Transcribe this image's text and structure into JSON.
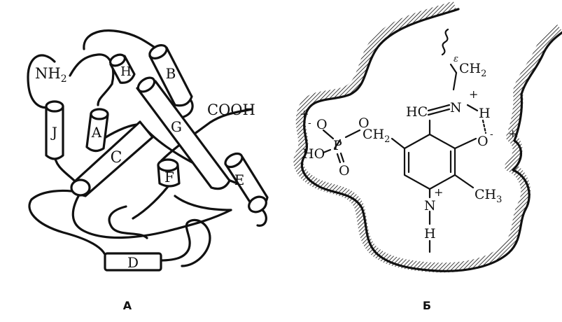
{
  "panel_a": {
    "caption": "A",
    "termini": {
      "n": "NH",
      "n_sub": "2",
      "c": "COOH"
    },
    "helices": [
      "A",
      "B",
      "C",
      "D",
      "E",
      "F",
      "G",
      "H",
      "J"
    ]
  },
  "panel_b": {
    "caption": "Б",
    "charges": {
      "plus": "+",
      "minus": "-"
    },
    "atoms": {
      "epsilon": "ε",
      "ch2_top": "CH",
      "ch2_top_sub": "2",
      "n_plus": "N",
      "h_on_n": "H",
      "hc": "HC",
      "o_phenol": "O",
      "ch2_link": "CH",
      "ch2_link_sub": "2",
      "o_ester": "O",
      "p": "P",
      "o_top": "O",
      "ho": "HO",
      "o_bottom": "O",
      "n_ring": "N",
      "h_ring": "H",
      "methyl": "CH",
      "methyl_sub": "3"
    }
  }
}
